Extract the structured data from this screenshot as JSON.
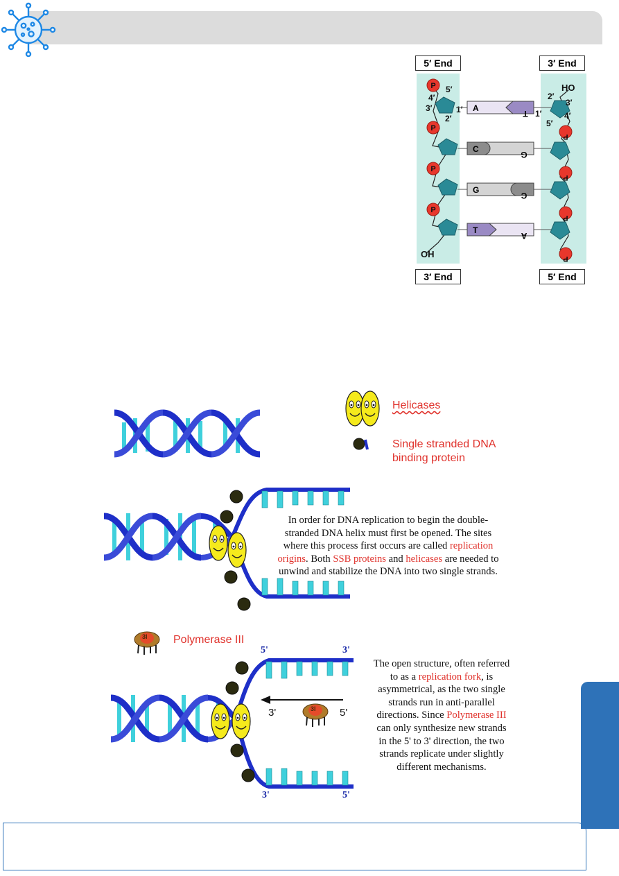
{
  "dna_structure": {
    "top_left_label": "5′ End",
    "top_right_label": "3′ End",
    "bottom_left_label": "3′ End",
    "bottom_right_label": "5′ End",
    "phosphate": "P",
    "left_oh": "OH",
    "right_ho": "HO",
    "carbons_left": {
      "c5": "5′",
      "c4": "4′",
      "c3": "3′",
      "c2": "2′",
      "c1": "1′"
    },
    "carbons_right": {
      "c2": "2′",
      "c3": "3′",
      "c1": "1′",
      "c4": "4′",
      "c5": "5′"
    },
    "base_pairs": [
      {
        "left": "A",
        "right": "T"
      },
      {
        "left": "C",
        "right": "G"
      },
      {
        "left": "G",
        "right": "C"
      },
      {
        "left": "T",
        "right": "A"
      }
    ]
  },
  "legend": {
    "helicases": "Helicases",
    "ssb_line1": "Single stranded DNA",
    "ssb_line2": "binding protein",
    "polymerase": "Polymerase III",
    "polymerase_badge": "3I"
  },
  "paragraph1": {
    "l1": "In order for DNA replication to begin the double-",
    "l2": "stranded DNA helix must first be opened.  The sites",
    "l3a": "where this process first occurs are called ",
    "l3b": "replication",
    "l4a": "origins",
    "l4b": ". Both ",
    "l4c": "SSB proteins",
    "l4d": " and ",
    "l4e": "helicases",
    "l4f": " are needed to",
    "l5": "unwind and stabilize the DNA into two single strands."
  },
  "paragraph2": {
    "l1": "The open structure, often referred",
    "l2a": "to as a ",
    "l2b": "replication fork",
    "l2c": ", is",
    "l3": "asymmetrical, as the two single",
    "l4": "strands run in anti-parallel",
    "l5a": "directions. Since ",
    "l5b": "Polymerase III",
    "l6": "can only synthesize new strands",
    "l7": "in the 5' to 3' direction, the two",
    "l8": "strands replicate under slightly",
    "l9": "different mechanisms."
  },
  "fork_labels": {
    "top_left": "5'",
    "top_right": "3'",
    "bottom_left": "3'",
    "bottom_right": "5'",
    "arrow_left": "3'",
    "arrow_right": "5'"
  },
  "colors": {
    "accent_blue": "#2e72b8",
    "highlight_red": "#e0322c",
    "dna_blue": "#1e2fc8",
    "rung_cyan": "#3fd0dc",
    "sugar_teal": "#2a8a96",
    "panel_mint": "#c9ece6"
  }
}
